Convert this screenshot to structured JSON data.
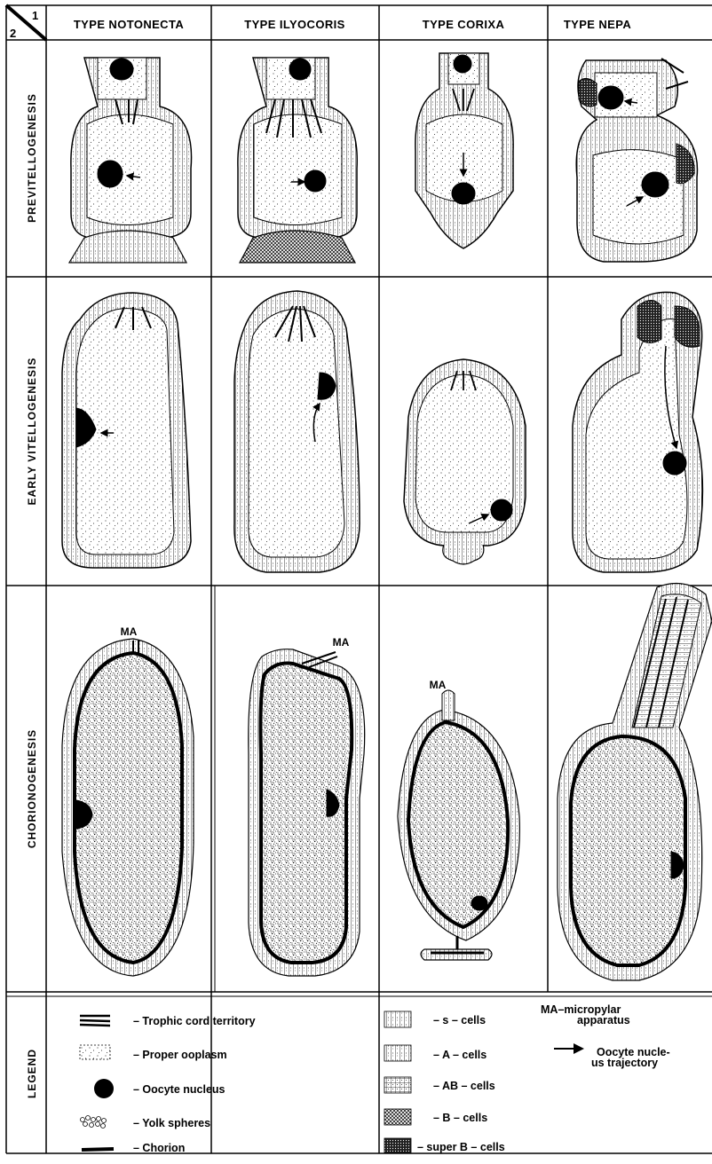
{
  "corner": {
    "top": "1",
    "bottom": "2"
  },
  "columns": [
    "TYPE NOTONECTA",
    "TYPE ILYOCORIS",
    "TYPE CORIXA",
    "TYPE NEPA"
  ],
  "rows": [
    "PREVITELLOGENESIS",
    "EARLY VITELLOGENESIS",
    "CHORIONOGENESIS",
    "LEGEND"
  ],
  "ma_label": "MA",
  "legend": {
    "left": [
      {
        "icon": "trophic-cord-icon",
        "label": "– Trophic  cord  territory"
      },
      {
        "icon": "proper-ooplasm-icon",
        "label": "– Proper ooplasm"
      },
      {
        "icon": "oocyte-nucleus-icon",
        "label": "–  Oocyte nucleus"
      },
      {
        "icon": "yolk-spheres-icon",
        "label": "–   Yolk spheres"
      },
      {
        "icon": "chorion-icon",
        "label": "–   Chorion"
      }
    ],
    "middle": [
      {
        "icon": "s-cells-icon",
        "label": "– s –  cells"
      },
      {
        "icon": "a-cells-icon",
        "label": "– A –  cells"
      },
      {
        "icon": "ab-cells-icon",
        "label": "– AB – cells"
      },
      {
        "icon": "b-cells-icon",
        "label": "– B  – cells"
      },
      {
        "icon": "super-b-cells-icon",
        "label": "– super B – cells"
      }
    ],
    "right": {
      "ma_title_1": "MA–micropylar",
      "ma_title_2": "apparatus",
      "trajectory_1": "Oocyte nucle-",
      "trajectory_2": "us trajectory"
    }
  },
  "colors": {
    "ink": "#000000",
    "paper": "#ffffff"
  }
}
